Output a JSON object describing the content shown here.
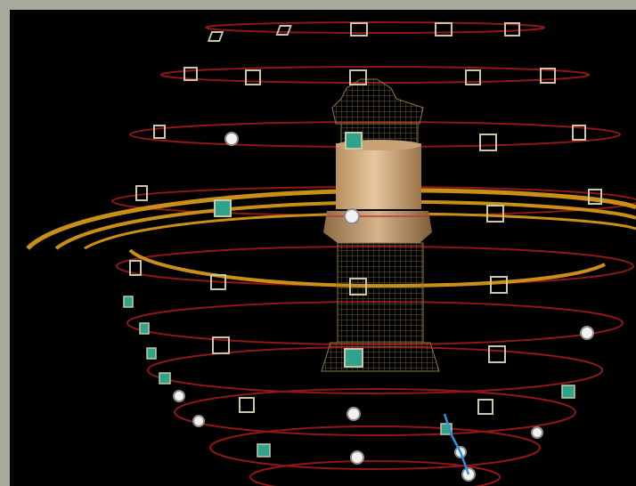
{
  "app": {
    "title": "",
    "view_background": "#000000",
    "frame_color": "#a9a99c"
  },
  "scene": {
    "description_visible": false,
    "colors": {
      "latitude_ring": "#8f1717",
      "marker_frame": "#c9c7a8",
      "marker_fill_active": "#2fa38c",
      "light_bulb": "#f2f2f2",
      "horizontal_band": "#c98f16",
      "tower_wire": "#8a7a3e",
      "tower_drum": "#d9b48a",
      "selection_line": "#2f8fe0"
    },
    "objects": [
      {
        "name": "capture-sphere",
        "kind": "sphere-of-cameras",
        "ring_count": 10
      },
      {
        "name": "tower-model",
        "kind": "wireframe-with-textured-drum"
      },
      {
        "name": "horizon-band",
        "kind": "orbit-band"
      }
    ]
  }
}
